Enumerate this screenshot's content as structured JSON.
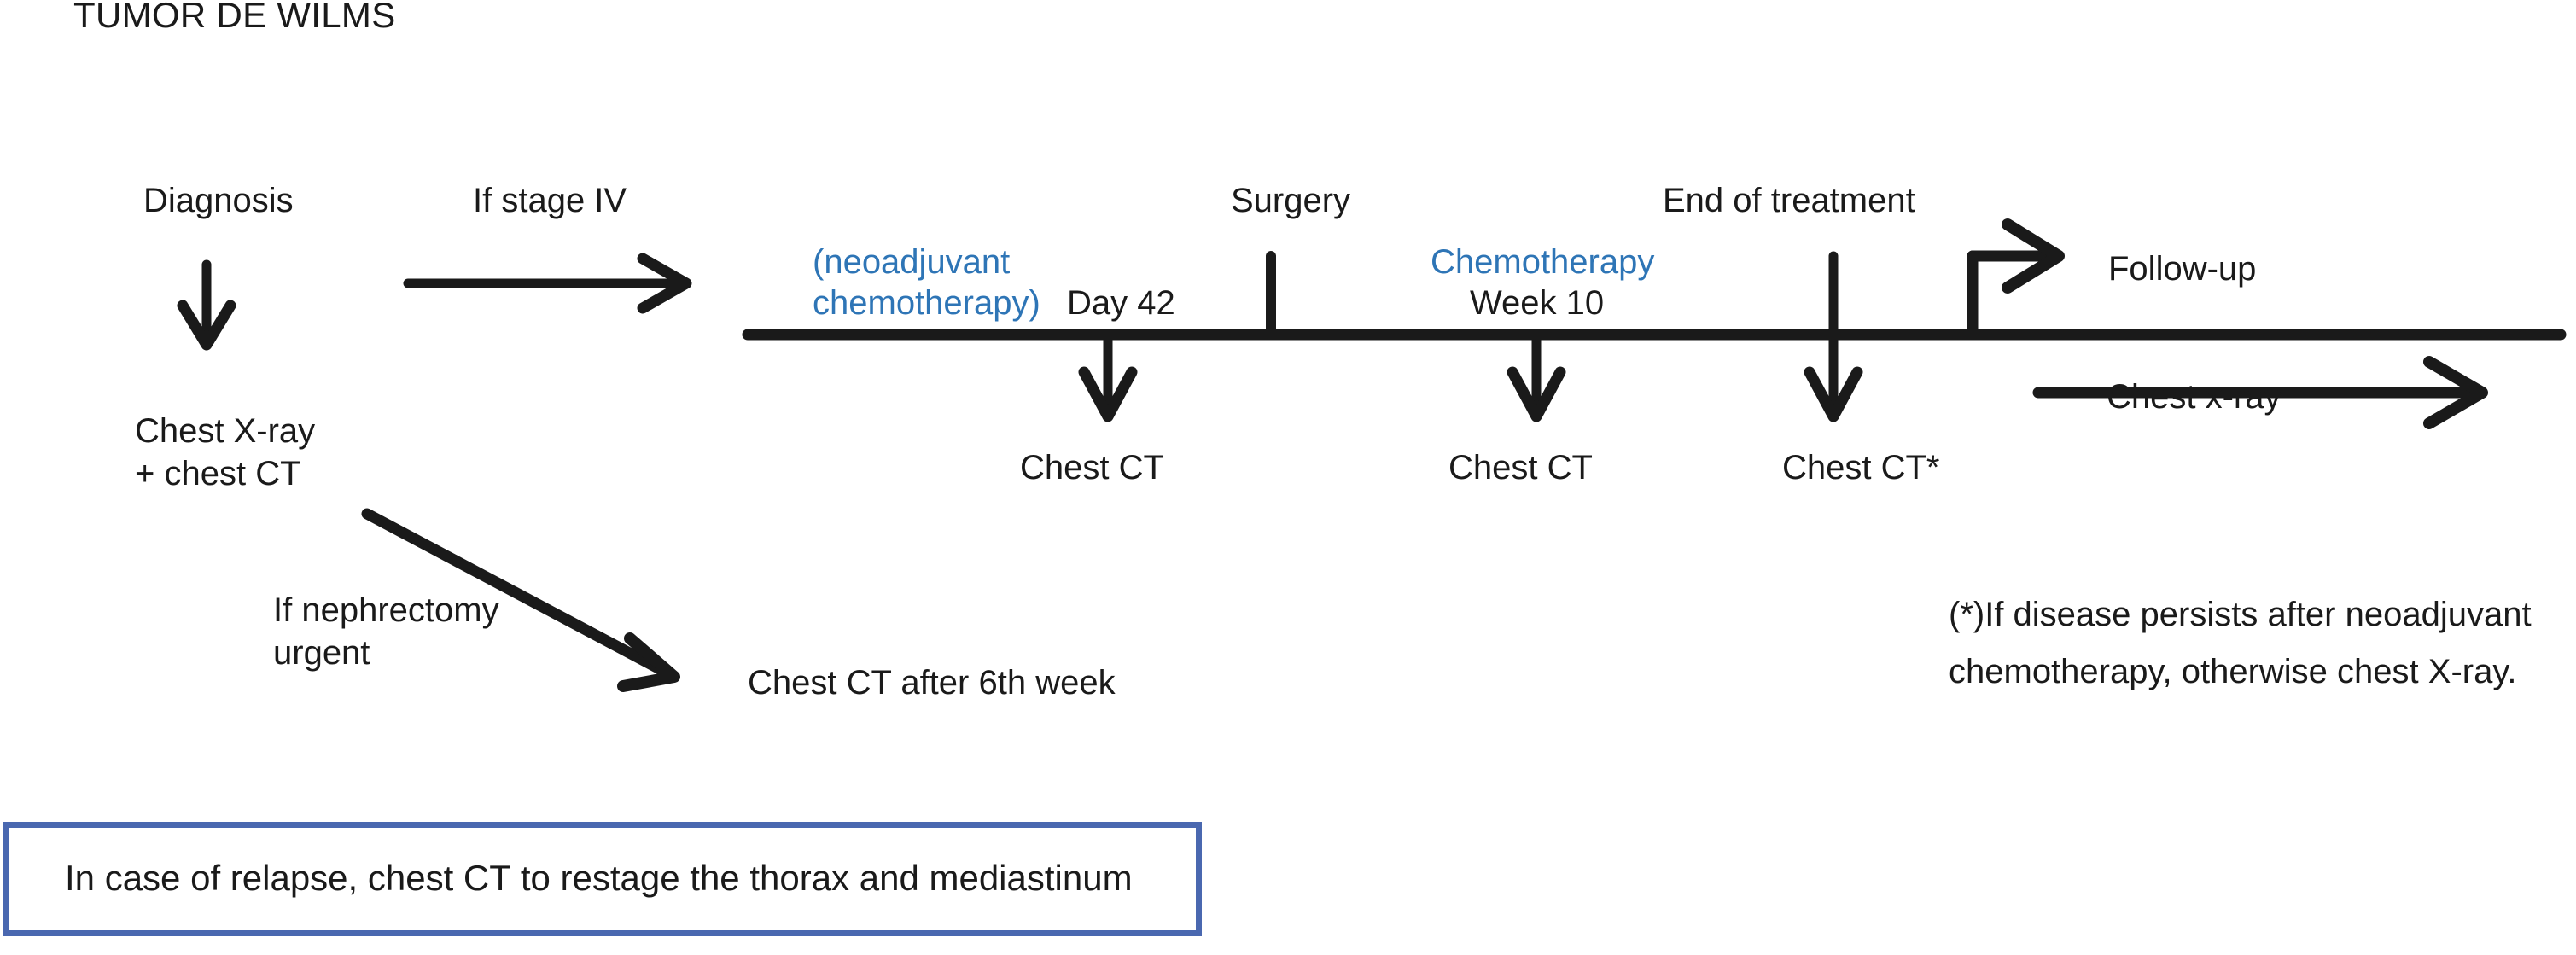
{
  "title": "TUMOR DE WILMS",
  "colors": {
    "accent_blue": "#2e75b6",
    "box_border_blue": "#4a68b0",
    "ink": "#1a1a1a",
    "background": "#ffffff"
  },
  "left_flow": {
    "diagnosis_label": "Diagnosis",
    "diagnosis_result_line1": "Chest X-ray",
    "diagnosis_result_line2": "+ chest CT",
    "stage_iv_label": "If stage IV",
    "nephrectomy_line1": "If nephrectomy",
    "nephrectomy_line2": "urgent",
    "nephrectomy_result": "Chest CT after 6th week"
  },
  "timeline": {
    "milestones": [
      {
        "id": "neoadjuvant",
        "above_blue_line1": "(neoadjuvant",
        "above_blue_line2": "chemotherapy)",
        "above_black": "Day 42",
        "below": "Chest CT"
      },
      {
        "id": "surgery",
        "above_black": "Surgery",
        "below": ""
      },
      {
        "id": "chemotherapy",
        "above_blue_line1": "Chemotherapy",
        "above_black": "Week 10",
        "below": "Chest CT"
      },
      {
        "id": "end-of-treatment",
        "above_black": "End of treatment",
        "below": "Chest CT*"
      },
      {
        "id": "follow-up",
        "above_black": "Follow-up",
        "below": "Chest x-ray"
      }
    ]
  },
  "footnote": {
    "line1": "(*)If disease persists after neoadjuvant",
    "line2": "chemotherapy, otherwise chest X-ray."
  },
  "relapse_note": "In case of relapse, chest CT to restage the thorax and mediastinum"
}
